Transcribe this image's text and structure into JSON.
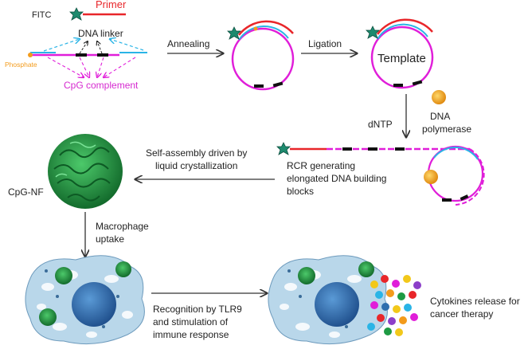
{
  "labels": {
    "fitc": "FITC",
    "primer": "Primer",
    "dna_linker": "DNA linker",
    "phosphate": "Phosphate",
    "cpg_complement": "CpG complement",
    "annealing": "Annealing",
    "ligation": "Ligation",
    "template": "Template",
    "dntp": "dNTP",
    "dna_polymerase_1": "DNA",
    "dna_polymerase_2": "polymerase",
    "self_assembly_1": "Self-assembly driven by",
    "self_assembly_2": "liquid crystallization",
    "cpg_nf": "CpG-NF",
    "rcr_1": "RCR generating",
    "rcr_2": "elongated DNA building",
    "rcr_3": "blocks",
    "macrophage_1": "Macrophage",
    "macrophage_2": "uptake",
    "recognition_1": "Recognition by TLR9",
    "recognition_2": "and stimulation of",
    "recognition_3": "immune response",
    "cytokines_1": "Cytokines release for",
    "cytokines_2": "cancer therapy"
  },
  "colors": {
    "primer": "#e8262a",
    "template_strand": "#e01ed9",
    "linker": "#2ab4e6",
    "phosphate": "#f39b1b",
    "fitc_star": "#1e8a6e",
    "cpg_complement_text": "#d62ad0",
    "polymerase": "#f2a51a",
    "nanoflower": "#1e9a43",
    "cell": "#b9d7ea",
    "nucleus": "#2f6fae",
    "arrow": "#333333"
  }
}
